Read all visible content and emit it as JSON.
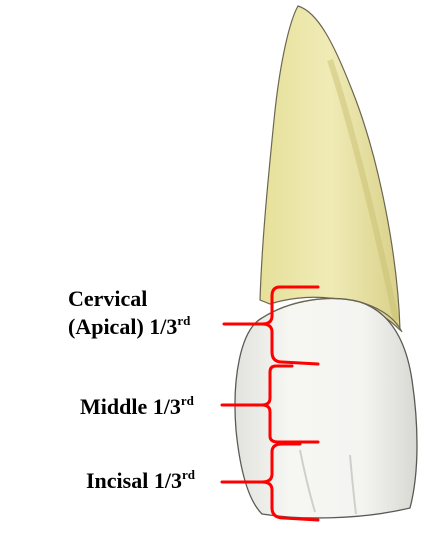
{
  "labels": {
    "cervical_line1": "Cervical",
    "cervical_line2": "(Apical) 1/3",
    "middle": "Middle 1/3",
    "incisal": "Incisal 1/3",
    "ordinal_suffix": "rd"
  },
  "colors": {
    "root": "#ece7a8",
    "crown": "#f1f1ee",
    "bracket": "#ff0000",
    "outline": "#555555"
  }
}
